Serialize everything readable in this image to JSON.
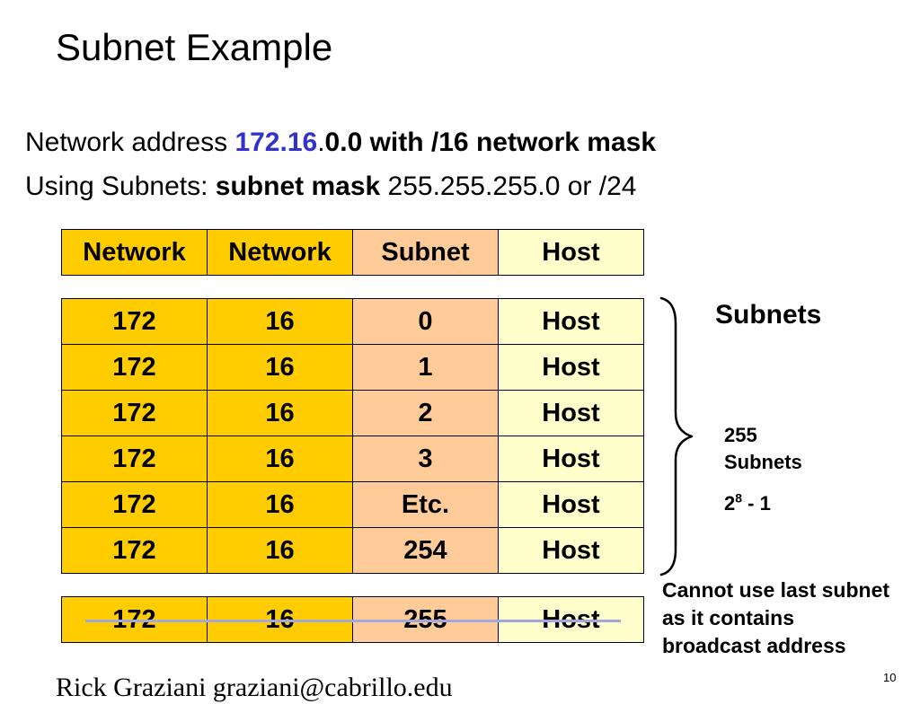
{
  "title": "Subnet Example",
  "line1": {
    "prefix": "Network address ",
    "highlight": "172.16",
    "dot": ".",
    "bold_rest": "0.0 with /16 network mask"
  },
  "line2": {
    "prefix": "Using Subnets: ",
    "bold": "subnet mask",
    "rest": " 255.255.255.0 or /24"
  },
  "header": [
    "Network",
    "Network",
    "Subnet",
    "Host"
  ],
  "rows": [
    [
      "172",
      "16",
      "0",
      "Host"
    ],
    [
      "172",
      "16",
      "1",
      "Host"
    ],
    [
      "172",
      "16",
      "2",
      "Host"
    ],
    [
      "172",
      "16",
      "3",
      "Host"
    ],
    [
      "172",
      "16",
      "Etc.",
      "Host"
    ],
    [
      "172",
      "16",
      "254",
      "Host"
    ]
  ],
  "last_row": [
    "172",
    "16",
    "255",
    "Host"
  ],
  "notes": {
    "subnets": "Subnets",
    "count_number": "255",
    "count_label": "Subnets",
    "formula_base": "2",
    "formula_exp": "8",
    "formula_rest": " - 1",
    "broadcast": "Cannot use last subnet as it contains broadcast address"
  },
  "footer": "Rick Graziani  graziani@cabrillo.edu",
  "page_number": "10",
  "colors": {
    "network_cell": "#ffcc00",
    "subnet_cell": "#ffcc99",
    "host_cell": "#ffffcc",
    "highlight_text": "#3333cc",
    "strike_line": "#a3a7df"
  }
}
